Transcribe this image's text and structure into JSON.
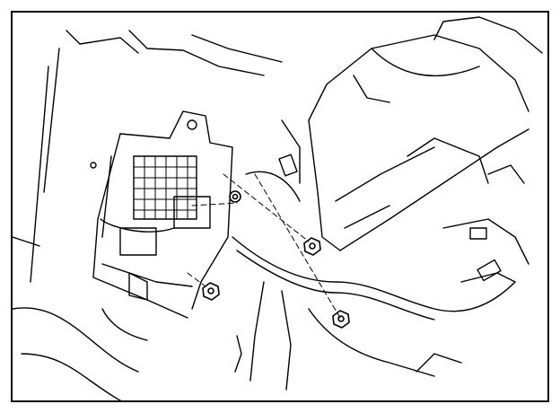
{
  "figure": {
    "frame_color": "#000000",
    "line_color": "#000000",
    "background_color": "#ffffff",
    "components": [
      {
        "name": "junction-box",
        "kind": "fuse-relay-block"
      },
      {
        "name": "nut-upper-left",
        "kind": "nut"
      },
      {
        "name": "nut-upper-right",
        "kind": "nut"
      },
      {
        "name": "nut-lower-left",
        "kind": "nut"
      },
      {
        "name": "nut-lower-right",
        "kind": "nut"
      },
      {
        "name": "steering-column-cover",
        "kind": "panel"
      },
      {
        "name": "wire-harness",
        "kind": "harness"
      }
    ]
  }
}
